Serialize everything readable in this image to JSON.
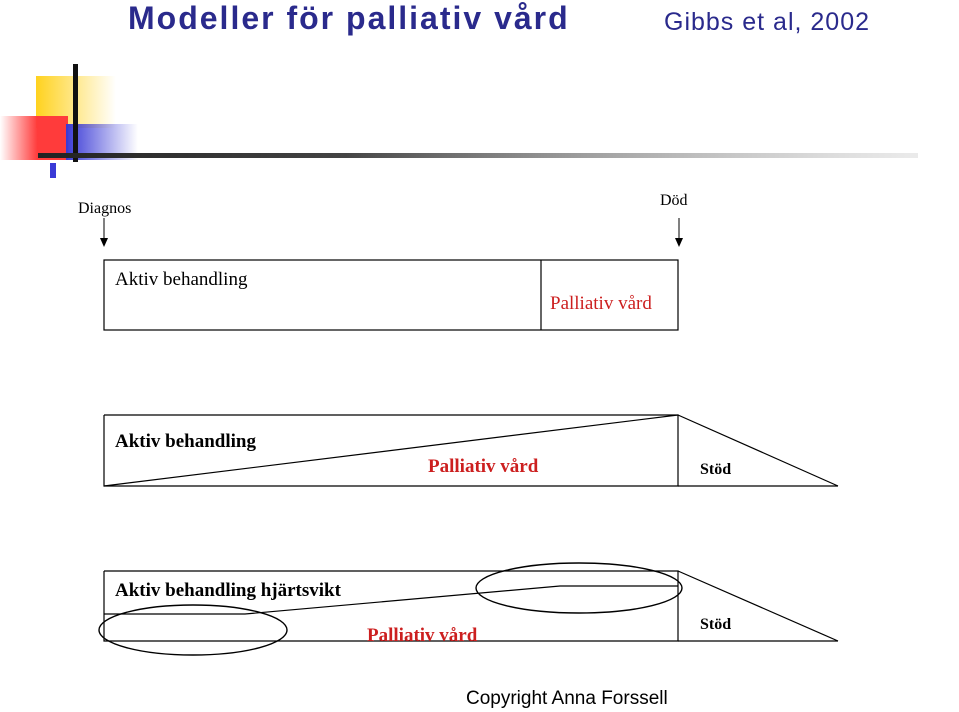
{
  "header": {
    "title": "Modeller för palliativ vård",
    "subtitle": "Gibbs et al, 2002"
  },
  "timeline": {
    "start_label": "Diagnos",
    "end_label": "Död"
  },
  "models": [
    {
      "aktiv": "Aktiv behandling",
      "palliativ": "Palliativ vård"
    },
    {
      "aktiv": "Aktiv behandling",
      "palliativ": "Palliativ vård",
      "stod": "Stöd"
    },
    {
      "aktiv": "Aktiv behandling hjärtsvikt",
      "palliativ": "Palliativ vård",
      "stod": "Stöd"
    }
  ],
  "footer": {
    "copyright": "Copyright Anna Forssell"
  },
  "colors": {
    "title": "#2a2a8c",
    "palliativ": "#cc1f1f",
    "line": "#000000",
    "deco_yellow": "#ffd21e",
    "deco_red": "#ff3b3b",
    "deco_blue": "#3a3ad6"
  }
}
